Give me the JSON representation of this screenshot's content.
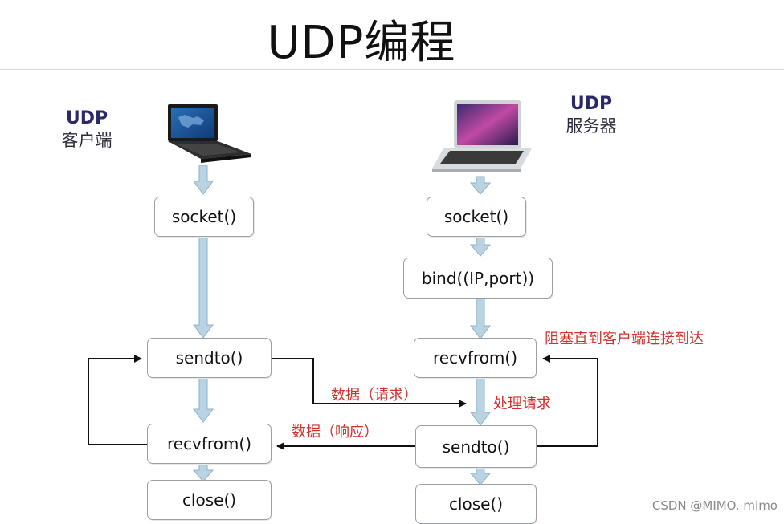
{
  "title": "UDP编程",
  "client": {
    "label_line1": "UDP",
    "label_line2": "客户端",
    "steps": [
      "socket()",
      "sendto()",
      "recvfrom()",
      "close()"
    ]
  },
  "server": {
    "label_line1": "UDP",
    "label_line2": "服务器",
    "steps": [
      "socket()",
      "bind((IP,port))",
      "recvfrom()",
      "sendto()",
      "close()"
    ]
  },
  "annotations": {
    "block_note": "阻塞直到客户端连接到达",
    "request_note": "数据（请求）",
    "process_note": "处理请求",
    "response_note": "数据（响应）"
  },
  "watermark": "CSDN @MIMO. mimo",
  "colors": {
    "arrow_fill": "#b9d3e3",
    "note_red": "#d0312d",
    "box_border": "#9aa0a4"
  }
}
